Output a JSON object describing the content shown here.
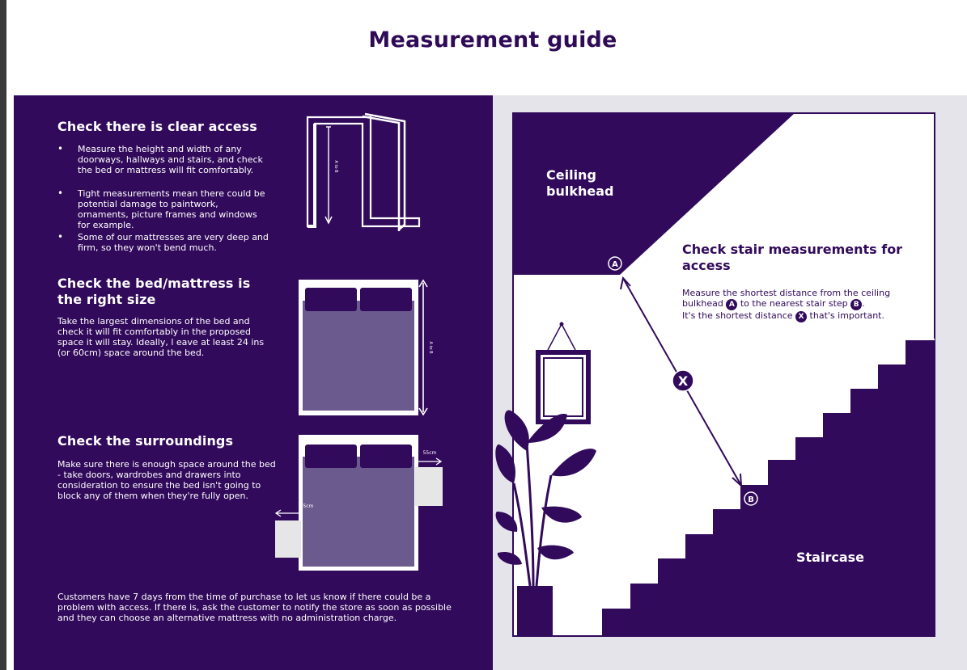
{
  "page_title": "Measurement guide",
  "access": {
    "heading": "Check there is clear access",
    "bullets": [
      "Measure the height and width of any doorways, hallways and stairs, and check the bed or mattress will fit comfortably.",
      "Tight measurements mean there could be potential damage to paintwork, ornaments, picture frames and windows for example.",
      "Some of our mattresses are very deep and firm, so they won't bend much."
    ],
    "door_label": "A to B"
  },
  "size": {
    "heading": "Check the bed/mattress is the right size",
    "body": "Take the largest dimensions of the bed and check it will fit comfortably in the proposed space it will stay. Ideally, l eave at least 24 ins (or 60cm) space around the bed.",
    "bed_label": "A to B"
  },
  "surroundings": {
    "heading": "Check the surroundings",
    "body": "Make sure there is enough space around the bed - take doors, wardrobes and drawers into consideration to ensure the bed isn't going to block any of them when they're fully open.",
    "right_gap": "55cm",
    "left_gap": "55cm"
  },
  "footer": "Customers have 7 days from the time of purchase to let us know if there could be a problem with access. If there is, ask the customer to notify the store as soon as possible and they can choose an alternative mattress with no administration charge.",
  "stairs": {
    "ceiling_label": "Ceiling bulkhead",
    "heading": "Check stair measurements for access",
    "text_1": "Measure the shortest distance from the ceiling bulkhead",
    "text_2": "to the nearest stair step",
    "text_3": "It's the shortest distance",
    "text_4": "that's important.",
    "marker_a": "A",
    "marker_b": "B",
    "marker_x": "X",
    "staircase_label": "Staircase"
  },
  "colors": {
    "brand_purple": "#310a5b",
    "title_purple": "#2e0a57",
    "mattress_purple": "#6b5a8e",
    "panel_grey": "#e4e4ea"
  }
}
